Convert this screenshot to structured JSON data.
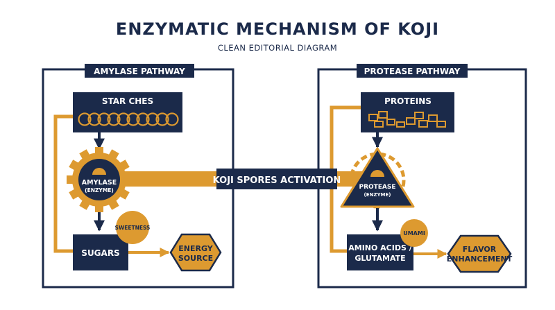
{
  "header": {
    "title": "ENZYMATIC MECHANISM OF KOJI",
    "subtitle": "CLEAN EDITORIAL DIAGRAM"
  },
  "center": {
    "label": "KOJI SPORES ACTIVATION"
  },
  "amylase": {
    "panel_label": "AMYLASE PATHWAY",
    "starches": "STAR CHES",
    "enzyme_line1": "AMYLASE",
    "enzyme_line2": "(ENZYME)",
    "sugars": "SUGARS",
    "tag": "SWEETNESS",
    "outcome_line1": "ENERGY",
    "outcome_line2": "SOURCE"
  },
  "protease": {
    "panel_label": "PROTEASE PATHWAY",
    "proteins": "PROTEINS",
    "enzyme_line1": "PROTEASE",
    "enzyme_line2": "(ENZYME)",
    "product_line1": "AMINO ACIDS /",
    "product_line2": "GLUTAMATE",
    "tag": "UMAMI",
    "outcome_line1": "FLAVOR",
    "outcome_line2": "ENHANCEMENT"
  },
  "colors": {
    "navy": "#1b2a4a",
    "gold": "#dd9a30",
    "white": "#ffffff"
  }
}
